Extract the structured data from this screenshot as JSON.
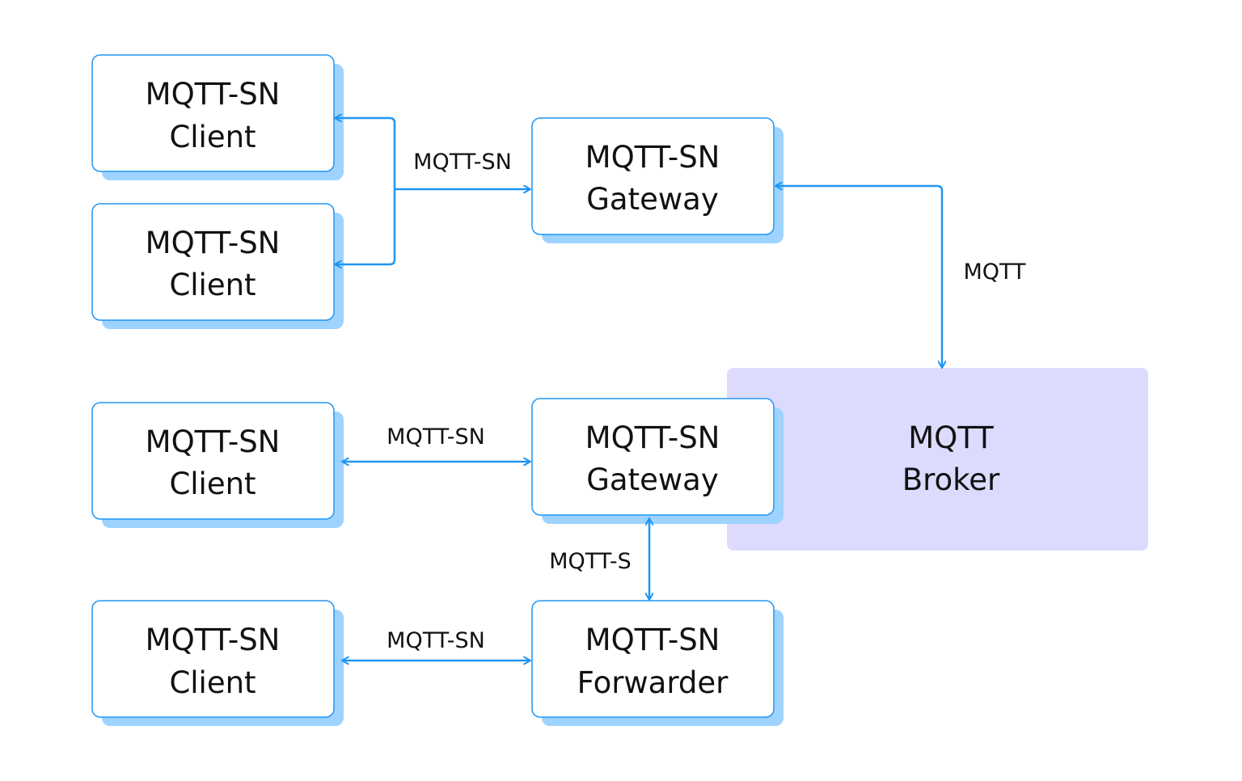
{
  "colors": {
    "box_border": "#2196F3",
    "box_fill": "#FFFFFF",
    "box_shadow": "#9ED3FF",
    "broker_fill": "#DDDBFD",
    "arrow": "#2196F3",
    "text": "#111111"
  },
  "nodes": {
    "client_1": {
      "line1": "MQTT-SN",
      "line2": "Client"
    },
    "client_2": {
      "line1": "MQTT-SN",
      "line2": "Client"
    },
    "client_3": {
      "line1": "MQTT-SN",
      "line2": "Client"
    },
    "client_4": {
      "line1": "MQTT-SN",
      "line2": "Client"
    },
    "gateway_top": {
      "line1": "MQTT-SN",
      "line2": "Gateway"
    },
    "gateway_mid": {
      "line1": "MQTT-SN",
      "line2": "Gateway"
    },
    "forwarder": {
      "line1": "MQTT-SN",
      "line2": "Forwarder"
    },
    "broker": {
      "line1": "MQTT",
      "line2": "Broker"
    }
  },
  "edges": {
    "clients_to_gateway_top": "MQTT-SN",
    "gateway_top_to_broker": "MQTT",
    "client_3_to_gateway_mid": "MQTT-SN",
    "gateway_mid_to_forwarder": "MQTT-S",
    "client_4_to_forwarder": "MQTT-SN"
  }
}
